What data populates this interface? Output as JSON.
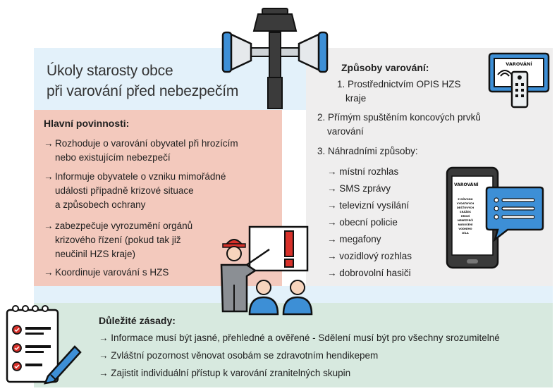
{
  "title": {
    "line1": "Úkoly starosty obce",
    "line2": "při varování před nebezpečím"
  },
  "duties": {
    "heading": "Hlavní povinnosti:",
    "items": [
      {
        "l1": "Rozhoduje o varování obyvatel při hrozícím",
        "l2": "nebo existujícím nebezpečí",
        "l3": ""
      },
      {
        "l1": "Informuje obyvatele o vzniku mimořádné",
        "l2": "události případně krizové situace",
        "l3": "a způsobech ochrany"
      },
      {
        "l1": "zabezpečuje vyrozumění orgánů",
        "l2": "krizového řízení (pokud tak již",
        "l3": "neučinil HZS kraje)"
      },
      {
        "l1": "Koordinuje varování s HZS",
        "l2": "",
        "l3": ""
      }
    ]
  },
  "methods": {
    "heading": "Způsoby varování:",
    "item1": {
      "l1": "1. Prostřednictvím OPIS HZS",
      "l2": "kraje"
    },
    "item2": {
      "l1": "2. Přímým spuštěním koncových prvků",
      "l2": "varování"
    },
    "item3": {
      "l1": "3. Náhradními způsoby:"
    },
    "subitems": [
      "místní rozhlas",
      "SMS zprávy",
      "televizní vysílání",
      "obecní policie",
      "megafony",
      "vozidlový rozhlas",
      "dobrovolní hasiči"
    ]
  },
  "principles": {
    "heading": "Důležité zásady:",
    "items": [
      "Informace musí být jasné, přehledné a ověřené - Sdělení musí být pro všechny srozumitelné",
      "Zvláštní pozornost věnovat osobám se zdravotním hendikepem",
      "Zajistit individuální přístup k varování zranitelných skupin"
    ]
  },
  "arrow": "→",
  "icons": {
    "tv_label": "VAROVÁNÍ",
    "phone_title": "VAROVÁNÍ",
    "phone_text": [
      "Z DŮVODU",
      "VYDATNÝCH",
      "DEŠŤOVÝCH",
      "SRÁŽEK",
      "HROZÍ",
      "NEBEZPEČÍ",
      "NARUŠENÍ",
      "VODNÍHO",
      "DÍLA"
    ],
    "exclamation": "!"
  },
  "colors": {
    "blue_panel": "#e3f1fa",
    "pink_panel": "#f3c9bd",
    "gray_panel": "#efeeee",
    "green_panel": "#d7e9df",
    "icon_blue": "#3d8fd6",
    "alert_red": "#d7312a"
  }
}
